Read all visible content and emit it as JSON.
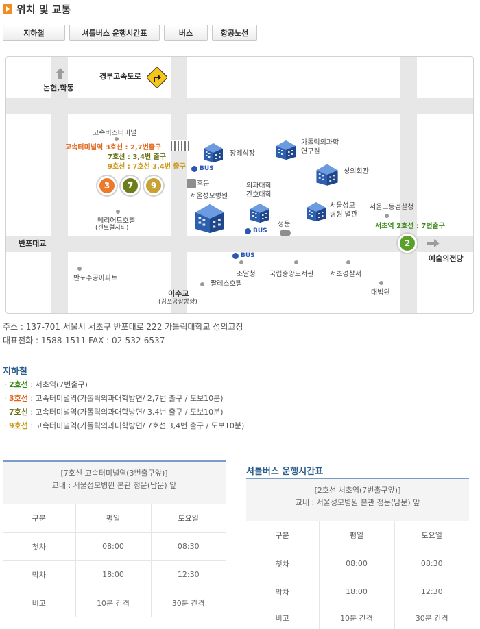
{
  "header": {
    "title": "위치 및 교통"
  },
  "tabs": [
    "지하철",
    "셔틀버스 운행시간표",
    "버스",
    "항공노선"
  ],
  "map": {
    "expressway": "경부고속도로",
    "north_label": "논현,학동",
    "terminal": "고속버스터미널",
    "terminal_line3": "고속터미널역 3호선 : 2,7번출구",
    "terminal_line7": "7호선 : 3,4번 출구",
    "terminal_line9": "9호선 : 7호선 3,4번 출구",
    "circles": [
      {
        "num": "3",
        "color": "#ec7a2c"
      },
      {
        "num": "7",
        "color": "#6e7d1b"
      },
      {
        "num": "9",
        "color": "#c8a233"
      }
    ],
    "hotel_marriott": "메리어트호텔",
    "hotel_marriott_sub": "(센트럴시티)",
    "funeral": "장례식장",
    "research": "가톨릭의과학",
    "research2": "연구원",
    "conference": "성의회관",
    "back_gate": "후문",
    "hospital": "서울성모병원",
    "med_college": "의과대학",
    "nursing_college": "간호대학",
    "hospital_annex": "서울성모",
    "hospital_annex2": "병원 별관",
    "prosecutors": "서울고등검찰청",
    "seocho_exit": "서초역 2호선 : 7번출구",
    "line2": "2",
    "line2_color": "#5aa12b",
    "front_gate": "정문",
    "bus": "BUS",
    "banpo_bridge": "반포대교",
    "arts_center": "예술의전당",
    "procurement": "조달청",
    "library": "국립중앙도서관",
    "police": "서초경찰서",
    "banpo_apt": "반포주공아파트",
    "palace_hotel": "팔레스호텔",
    "supreme_court": "대법원",
    "isugyo": "이수교",
    "isugyo_sub": "(김포공항방향)"
  },
  "address": {
    "line1": "주소 : 137-701 서울시 서초구 반포대로 222 가톨릭대학교 성의교정",
    "line2": "대표전화 : 1588-1511 FAX : 02-532-6537"
  },
  "subway": {
    "title": "지하철",
    "items": [
      {
        "line": "2호선",
        "color": "#3d8b1a",
        "desc": " : 서초역(7번출구)"
      },
      {
        "line": "3호선",
        "color": "#e0651c",
        "desc": " : 고속터미널역(가톨릭의과대학방면/ 2,7번 출구 / 도보10분)"
      },
      {
        "line": "7호선",
        "color": "#6b7417",
        "desc": " : 고속터미널역(가톨릭의과대학방면/ 3,4번 출구 / 도보10분)"
      },
      {
        "line": "9호선",
        "color": "#c99a1c",
        "desc": " : 고속터미널역(가톨릭의과대학방면/ 7호선 3,4번 출구 / 도보10분)"
      }
    ]
  },
  "shuttle": {
    "title": "셔틀버스 운행시간표",
    "left": {
      "head1": "[7호선 고속터미널역(3번출구앞)]",
      "head2": "교내 : 서울성모병원 본관 정문(남문) 앞",
      "columns": [
        "구분",
        "평일",
        "토요일"
      ],
      "rows": [
        [
          "첫차",
          "08:00",
          "08:30"
        ],
        [
          "막차",
          "18:00",
          "12:30"
        ],
        [
          "비고",
          "10분 간격",
          "30분 간격"
        ]
      ]
    },
    "right": {
      "head1": "[2호선 서초역(7번출구앞)]",
      "head2": "교내 : 서울성모병원 본관 정문(남문) 앞",
      "columns": [
        "구분",
        "평일",
        "토요일"
      ],
      "rows": [
        [
          "첫차",
          "08:00",
          "08:30"
        ],
        [
          "막차",
          "18:00",
          "12:30"
        ],
        [
          "비고",
          "10분 간격",
          "30분 간격"
        ]
      ]
    }
  }
}
